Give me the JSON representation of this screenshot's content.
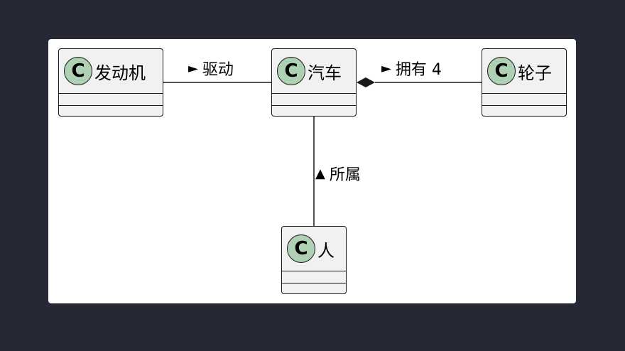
{
  "diagram": {
    "classes": [
      {
        "id": "engine",
        "name": "发动机",
        "stereotype": "C"
      },
      {
        "id": "car",
        "name": "汽车",
        "stereotype": "C"
      },
      {
        "id": "wheel",
        "name": "轮子",
        "stereotype": "C"
      },
      {
        "id": "person",
        "name": "人",
        "stereotype": "C"
      }
    ],
    "relations": [
      {
        "from": "engine",
        "to": "car",
        "label": "驱动",
        "direction_marker": "►"
      },
      {
        "from": "car",
        "to": "wheel",
        "label": "拥有 4",
        "direction_marker": "►",
        "type": "composition"
      },
      {
        "from": "person",
        "to": "car",
        "label": "所属",
        "direction_marker": "▲"
      }
    ]
  },
  "colors": {
    "background": "#262835",
    "canvas": "#ffffff",
    "class_fill": "#f1f1f1",
    "class_border": "#181818",
    "stereotype_fill": "#add1b2"
  }
}
